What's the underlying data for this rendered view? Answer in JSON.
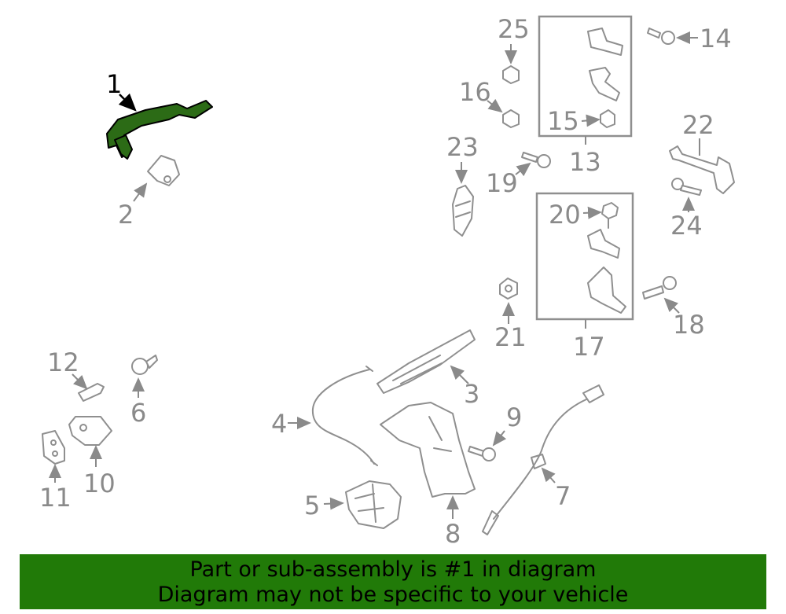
{
  "diagram": {
    "callouts": [
      "1",
      "2",
      "3",
      "4",
      "5",
      "6",
      "7",
      "8",
      "9",
      "10",
      "11",
      "12",
      "13",
      "14",
      "15",
      "16",
      "17",
      "18",
      "19",
      "20",
      "21",
      "22",
      "23",
      "24",
      "25"
    ],
    "highlighted_part": "1",
    "highlight_color": "#2c6b16"
  },
  "banner": {
    "line1": "Part or sub-assembly is #1 in diagram",
    "line2": "Diagram may not be specific to your vehicle",
    "background": "#217a08"
  }
}
